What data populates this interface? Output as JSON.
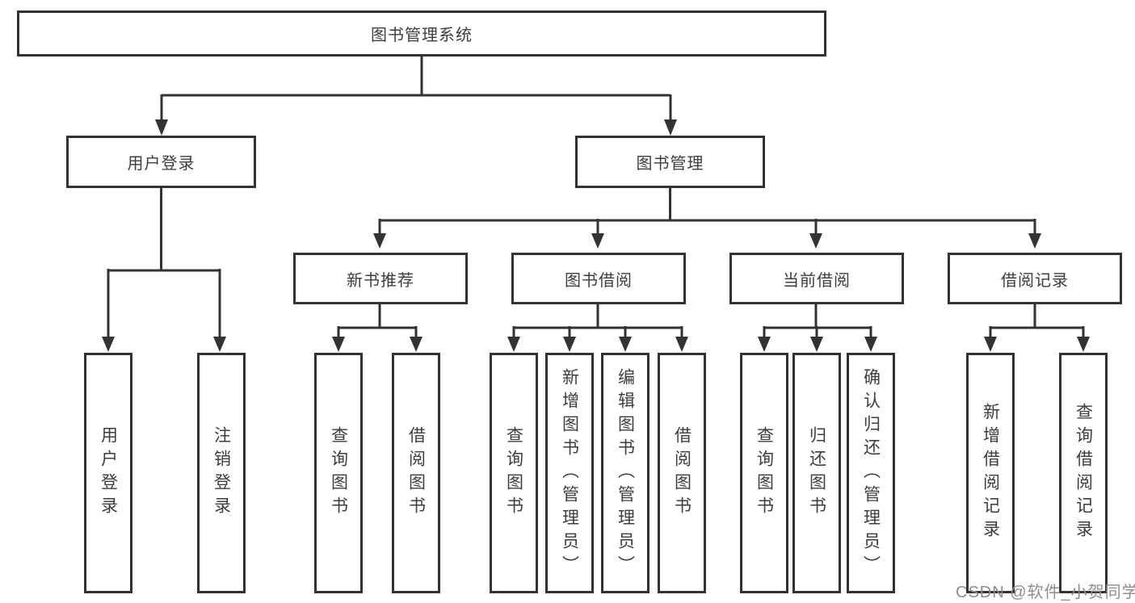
{
  "diagram": {
    "type": "hierarchy",
    "title": "图书管理系统",
    "structure": {
      "root": "图书管理系统",
      "children": [
        {
          "label": "用户登录",
          "children": [
            {
              "label": "用户登录"
            },
            {
              "label": "注销登录"
            }
          ]
        },
        {
          "label": "图书管理",
          "children": [
            {
              "label": "新书推荐",
              "children": [
                {
                  "label": "查询图书"
                },
                {
                  "label": "借阅图书"
                }
              ]
            },
            {
              "label": "图书借阅",
              "children": [
                {
                  "label": "查询图书"
                },
                {
                  "label": "新增图书（管理员）"
                },
                {
                  "label": "编辑图书（管理员）"
                },
                {
                  "label": "借阅图书"
                }
              ]
            },
            {
              "label": "当前借阅",
              "children": [
                {
                  "label": "查询图书"
                },
                {
                  "label": "归还图书"
                },
                {
                  "label": "确认归还（管理员）"
                }
              ]
            },
            {
              "label": "借阅记录",
              "children": [
                {
                  "label": "新增借阅记录"
                },
                {
                  "label": "查询借阅记录"
                }
              ]
            }
          ]
        }
      ]
    }
  },
  "nodes": {
    "root": "图书管理系统",
    "user_login": "用户登录",
    "book_mgmt": "图书管理",
    "new_book_rec": "新书推荐",
    "book_borrow": "图书借阅",
    "current_borrow": "当前借阅",
    "borrow_records": "借阅记录",
    "leaf_user_login": "用户登录",
    "leaf_logout": "注销登录",
    "leaf_nb_query": "查询图书",
    "leaf_nb_borrow": "借阅图书",
    "leaf_bb_query": "查询图书",
    "leaf_bb_add": "新增图书（管理员）",
    "leaf_bb_edit": "编辑图书（管理员）",
    "leaf_bb_borrow": "借阅图书",
    "leaf_cb_query": "查询图书",
    "leaf_cb_return": "归还图书",
    "leaf_cb_confirm": "确认归还（管理员）",
    "leaf_br_add": "新增借阅记录",
    "leaf_br_query": "查询借阅记录"
  },
  "watermark": "CSDN @软件_小贺同学",
  "colors": {
    "line": "#333333",
    "border": "#333333",
    "text": "#3d3d3d",
    "watermark": "#938a8c",
    "background": "#ffffff"
  }
}
